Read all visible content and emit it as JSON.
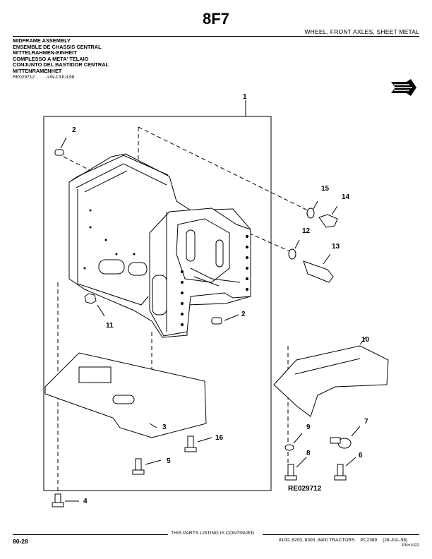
{
  "header": {
    "page_code": "8F7",
    "section_title": "WHEEL, FRONT AXLES, SHEET METAL"
  },
  "titles": [
    "MIDFRAME ASSEMBLY",
    "ENSEMBLE DE CHASSIS CENTRAL",
    "MITTELRAHMEN-EINHEIT",
    "COMPLESSO A META' TELAIO",
    "CONJUNTO DEL BASTIDOR CENTRAL",
    "MITTENRAMENHET"
  ],
  "reference": {
    "image_id": "RE029712",
    "illustration_code": "-UN-13JUL98"
  },
  "diagram": {
    "figure_label": "RE029712",
    "callouts": [
      "1",
      "2",
      "15",
      "14",
      "12",
      "13",
      "2",
      "11",
      "10",
      "3",
      "16",
      "9",
      "7",
      "8",
      "6",
      "5",
      "4"
    ]
  },
  "footer": {
    "continued_text": "THIS PARTS LISTING IS CONTINUED",
    "page_number": "80-28",
    "models": "8100, 8200, 8300, 8400 TRACTORS",
    "catalog": "PC2389",
    "date": "(28-JUL-98)",
    "pn": "PN=1022"
  }
}
